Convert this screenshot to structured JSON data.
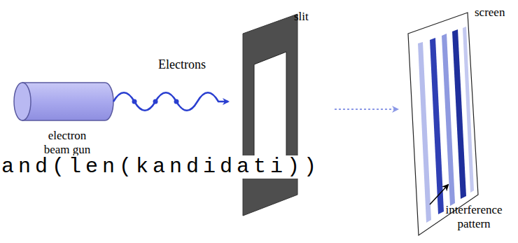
{
  "diagram": {
    "labels": [
      "Electrons",
      "slit",
      "screen",
      "electron beam gun",
      "interference pattern",
      "and(len(kandidati))"
    ]
  }
}
